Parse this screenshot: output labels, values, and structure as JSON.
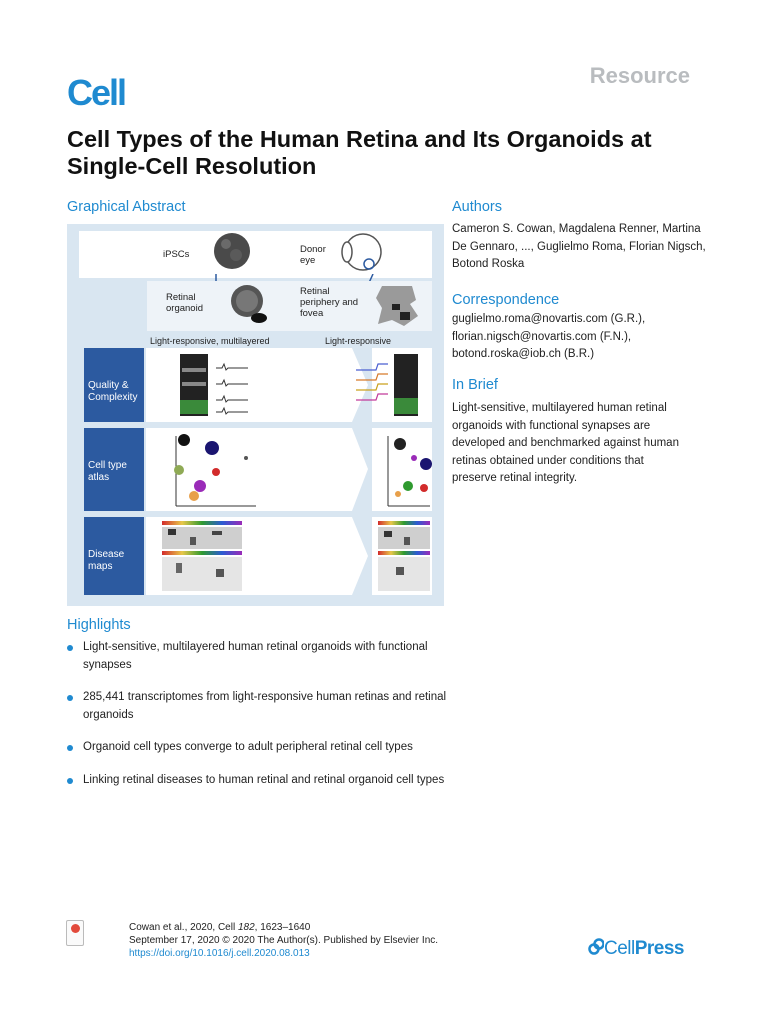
{
  "header": {
    "journal": "Cell",
    "article_type": "Resource"
  },
  "title": "Cell Types of the Human Retina and Its Organoids at Single-Cell Resolution",
  "graphical_abstract": {
    "heading": "Graphical Abstract",
    "labels": {
      "ipscs": "iPSCs",
      "donor_eye": "Donor eye",
      "retinal_organoid": "Retinal organoid",
      "retinal_periphery": "Retinal periphery and fovea",
      "light_multi": "Light-responsive, multilayered",
      "light_resp": "Light-responsive"
    },
    "rows": [
      {
        "label": "Quality & Complexity"
      },
      {
        "label": "Cell type atlas"
      },
      {
        "label": "Disease maps"
      }
    ]
  },
  "authors": {
    "heading": "Authors",
    "text": "Cameron S. Cowan, Magdalena Renner, Martina De Gennaro, ..., Guglielmo Roma, Florian Nigsch, Botond Roska"
  },
  "correspondence": {
    "heading": "Correspondence",
    "lines": [
      "guglielmo.roma@novartis.com (G.R.),",
      "florian.nigsch@novartis.com (F.N.),",
      "botond.roska@iob.ch (B.R.)"
    ]
  },
  "in_brief": {
    "heading": "In Brief",
    "text": "Light-sensitive, multilayered human retinal organoids with functional synapses are developed and benchmarked against human retinas obtained under conditions that preserve retinal integrity."
  },
  "highlights": {
    "heading": "Highlights",
    "items": [
      "Light-sensitive, multilayered human retinal organoids with functional synapses",
      "285,441 transcriptomes from light-responsive human retinas and retinal organoids",
      "Organoid cell types converge to adult peripheral retinal cell types",
      "Linking retinal diseases to human retinal and retinal organoid cell types"
    ]
  },
  "footer": {
    "citation_prefix": "Cowan et al., 2020, Cell ",
    "volume": "182",
    "pages": ", 1623–1640",
    "date_line": "September 17, 2020 © 2020 The Author(s). Published by Elsevier Inc.",
    "doi": "https://doi.org/10.1016/j.cell.2020.08.013",
    "publisher_a": "Cell",
    "publisher_b": "Press"
  },
  "colors": {
    "accent": "#1f8ad0",
    "side_panel": "#2c5aa0",
    "abstract_bg": "#d9e6f1"
  }
}
